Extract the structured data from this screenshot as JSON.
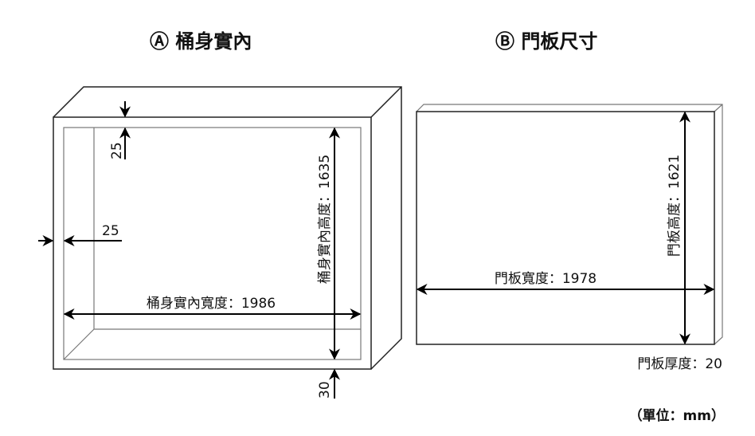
{
  "titles": {
    "cabinet": "Ⓐ 桶身實內",
    "door": "Ⓑ 門板尺寸"
  },
  "cabinet": {
    "top_thickness": "25",
    "side_thickness": "25",
    "bottom_thickness": "30",
    "inner_width_label": "桶身實內寬度：1986",
    "inner_height_label": "桶身實內高度：1635"
  },
  "door": {
    "width_label": "門板寬度：1978",
    "height_label": "門板高度：1621",
    "thickness_label": "門板厚度：20"
  },
  "unit_note": "（單位：mm）"
}
